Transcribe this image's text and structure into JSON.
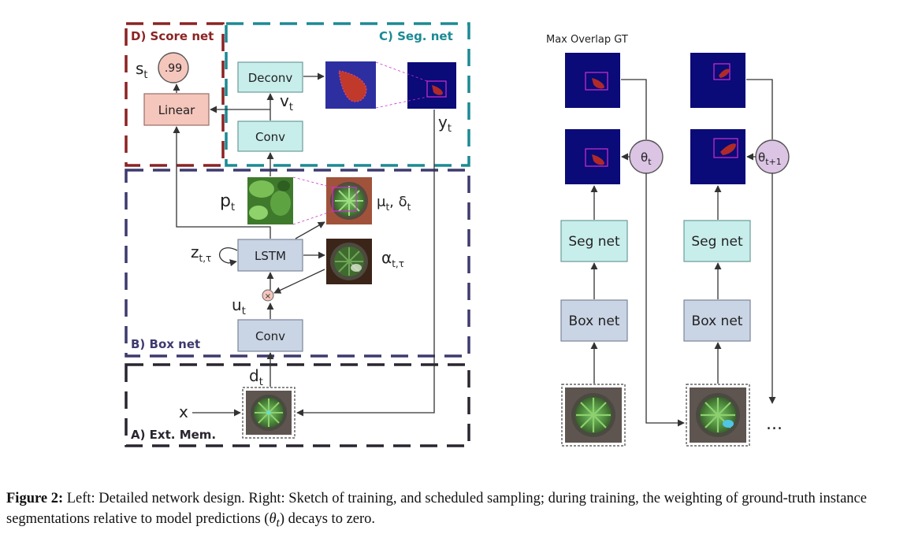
{
  "regions": {
    "score_net": "D) Score net",
    "seg_net": "C) Seg. net",
    "box_net": "B) Box net",
    "ext_mem": "A) Ext. Mem."
  },
  "blocks": {
    "linear": "Linear",
    "deconv": "Deconv",
    "conv_top": "Conv",
    "lstm": "LSTM",
    "conv_bottom": "Conv",
    "multiply": "×",
    "score_value": ".99"
  },
  "symbols": {
    "s": "s",
    "s_sub": "t",
    "v": "v",
    "v_sub": "t",
    "y": "y",
    "y_sub": "t",
    "p": "p",
    "p_sub": "t",
    "mu_delta": "μ",
    "mu_sub": "t",
    "delta": "δ",
    "delta_sub": "t",
    "z": "z",
    "z_sub": "t,τ",
    "alpha": "α",
    "alpha_sub": "t,τ",
    "u": "u",
    "u_sub": "t",
    "d": "d",
    "d_sub": "t",
    "x": "x"
  },
  "right": {
    "max_overlap_label": "Max Overlap GT",
    "seg_net": "Seg net",
    "box_net": "Box net",
    "theta1": "θ",
    "theta1_sub": "t",
    "theta2": "θ",
    "theta2_sub": "t+1",
    "ellipsis": "..."
  },
  "caption": {
    "label": "Figure 2:",
    "text_before_math": " Left: Detailed network design. Right: Sketch of training, and scheduled sampling; during training, the weighting of ground-truth instance segmentations relative to model predictions (",
    "math": "θ",
    "math_sub": "t",
    "text_after_math": ") decays to zero."
  },
  "colors": {
    "score_red": "#8b2323",
    "seg_teal": "#1b8a94",
    "box_purple": "#3d3a6e",
    "mem_dark": "#2a2630",
    "linear_fill": "#f5c6bc",
    "seg_fill": "#c8eeec",
    "box_fill": "#c9d4e5",
    "theta_fill": "#dcc4e4",
    "navy_mask": "#0a0a78",
    "magenta": "#d02fd0"
  }
}
